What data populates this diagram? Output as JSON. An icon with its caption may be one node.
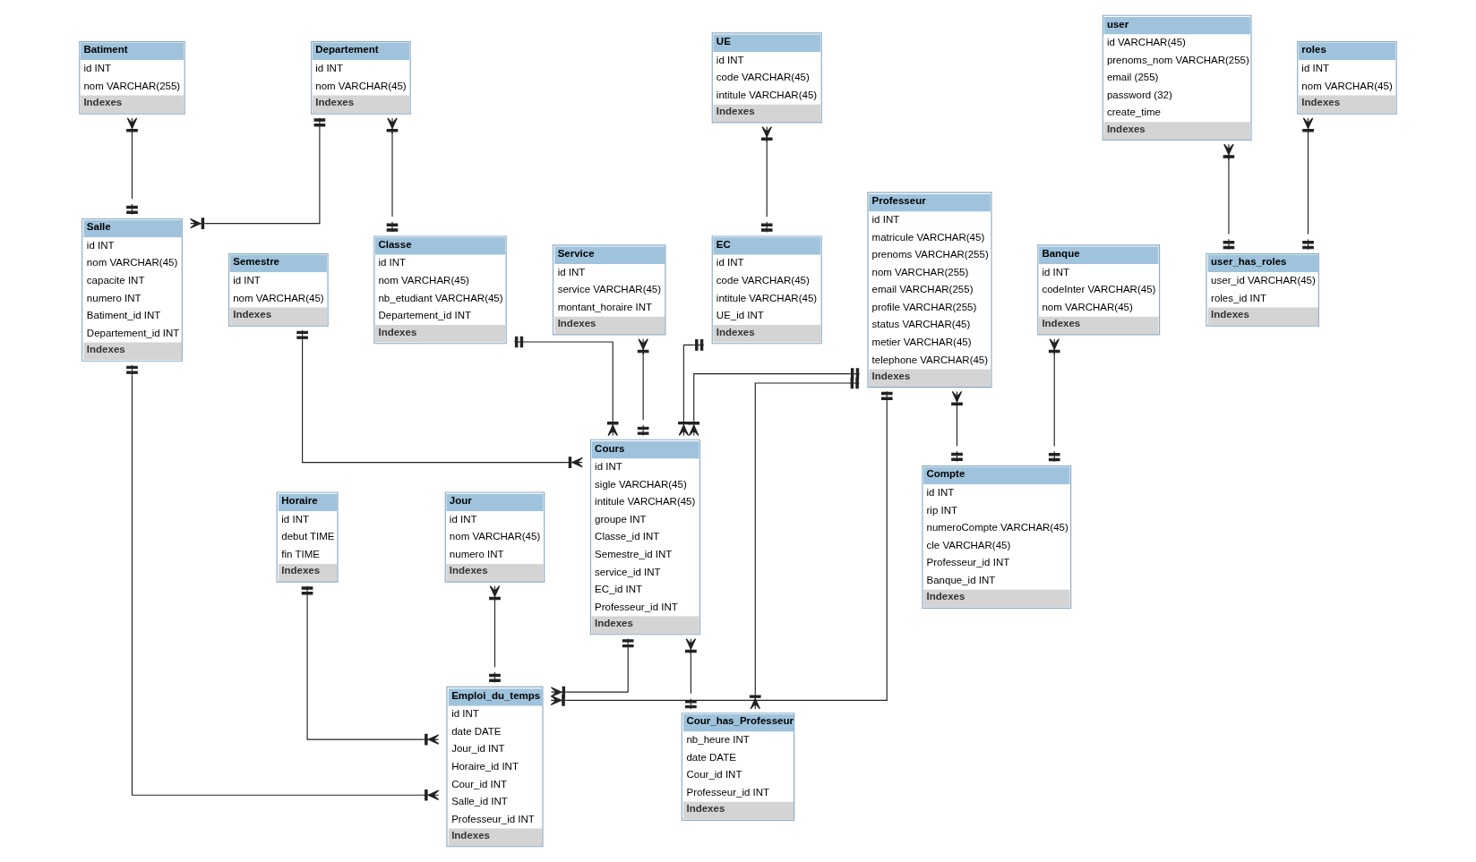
{
  "diagram": {
    "nodes": [
      {
        "text": [
          "Horaire",
          "id INT",
          "debut TIME",
          "fin TIME",
          "Indexes"
        ]
      },
      {
        "text": [
          "Batiment",
          "id INT",
          "nom VARCHAR(255)",
          "Indexes"
        ]
      },
      {
        "text": [
          "Salle",
          "id INT",
          "nom VARCHAR(45)",
          "capacite INT",
          "numero INT",
          "Batiment_id INT",
          "Departement_id INT",
          "Indexes"
        ]
      },
      {
        "text": [
          "Departement",
          "id INT",
          "nom VARCHAR(45)",
          "Indexes"
        ]
      },
      {
        "text": [
          "user",
          "id VARCHAR(45)",
          "prenoms_nom VARCHAR(255)",
          "email (255)",
          "password (32)",
          "create_time",
          "Indexes"
        ]
      },
      {
        "text": [
          "Jour",
          "id INT",
          "nom VARCHAR(45)",
          "numero INT",
          "Indexes"
        ]
      },
      {
        "text": [
          "Emploi_du_temps",
          "id INT",
          "date DATE",
          "Jour_id INT",
          "Horaire_id INT",
          "Cour_id INT",
          "Salle_id INT",
          "Professeur_id INT",
          "Indexes"
        ]
      },
      {
        "text": [
          "Classe",
          "id INT",
          "nom VARCHAR(45)",
          "nb_etudiant VARCHAR(45)",
          "Departement_id INT",
          "Indexes"
        ]
      },
      {
        "text": [
          "user_has_roles",
          "user_id VARCHAR(45)",
          "roles_id INT",
          "Indexes"
        ]
      },
      {
        "text": [
          "Cours",
          "id INT",
          "sigle VARCHAR(45)",
          "intitule VARCHAR(45)",
          "groupe INT",
          "Classe_id INT",
          "Semestre_id INT",
          "service_id INT",
          "EC_id INT",
          "Professeur_id INT",
          "Indexes"
        ]
      },
      {
        "text": [
          "Professeur",
          "id INT",
          "matricule VARCHAR(45)",
          "prenoms VARCHAR(255)",
          "nom VARCHAR(255)",
          "email VARCHAR(255)",
          "profile VARCHAR(255)",
          "status VARCHAR(45)",
          "metier VARCHAR(45)",
          "telephone VARCHAR(45)",
          "Indexes"
        ]
      },
      {
        "text": [
          "Semestre",
          "id INT",
          "nom VARCHAR(45)",
          "Indexes"
        ]
      },
      {
        "text": [
          "roles",
          "id INT",
          "nom VARCHAR(45)",
          "Indexes"
        ]
      },
      {
        "text": [
          "EC",
          "id INT",
          "code VARCHAR(45)",
          "intitule VARCHAR(45)",
          "UE_id INT",
          "Indexes"
        ]
      },
      {
        "text": [
          "Cour_has_Professeur",
          "nb_heure INT",
          "date DATE",
          "Cour_id INT",
          "Professeur_id INT",
          "Indexes"
        ]
      },
      {
        "text": [
          "Service",
          "id INT",
          "service VARCHAR(45)",
          "montant_horaire INT",
          "Indexes"
        ]
      },
      {
        "text": [
          "UE",
          "id INT",
          "code VARCHAR(45)",
          "intitule VARCHAR(45)",
          "Indexes"
        ]
      },
      {
        "text": [
          "Compte",
          "id INT",
          "rip INT",
          "numeroCompte VARCHAR(45)",
          "cle VARCHAR(45)",
          "Professeur_id INT",
          "Banque_id INT",
          "Indexes"
        ]
      },
      {
        "text": [
          "Banque",
          "id INT",
          "codeInter VARCHAR(45)",
          "nom VARCHAR(45)",
          "Indexes"
        ]
      }
    ],
    "edges": [
      {
        "from": 1,
        "to": 2,
        "arrow": "other"
      },
      {
        "from": 3,
        "to": 2,
        "arrow": "other"
      },
      {
        "from": 2,
        "to": 6,
        "arrow": "other"
      },
      {
        "from": 0,
        "to": 6,
        "arrow": "other"
      },
      {
        "from": 5,
        "to": 6,
        "arrow": "other"
      },
      {
        "from": 10,
        "to": 6,
        "arrow": "other"
      },
      {
        "from": 9,
        "to": 6,
        "arrow": "other"
      },
      {
        "from": 3,
        "to": 7,
        "arrow": "other"
      },
      {
        "from": 7,
        "to": 9,
        "arrow": "other"
      },
      {
        "from": 10,
        "to": 9,
        "arrow": "other"
      },
      {
        "from": 11,
        "to": 9,
        "arrow": "other"
      },
      {
        "from": 15,
        "to": 9,
        "arrow": "other"
      },
      {
        "from": 13,
        "to": 9,
        "arrow": "other"
      },
      {
        "from": 10,
        "to": 14,
        "arrow": "other"
      },
      {
        "from": 9,
        "to": 14,
        "arrow": "other"
      },
      {
        "from": 16,
        "to": 13,
        "arrow": "other"
      },
      {
        "from": 10,
        "to": 17,
        "arrow": "other"
      },
      {
        "from": 18,
        "to": 17,
        "arrow": "other"
      },
      {
        "from": 4,
        "to": 8,
        "arrow": "other"
      },
      {
        "from": 12,
        "to": 8,
        "arrow": "other"
      }
    ]
  }
}
